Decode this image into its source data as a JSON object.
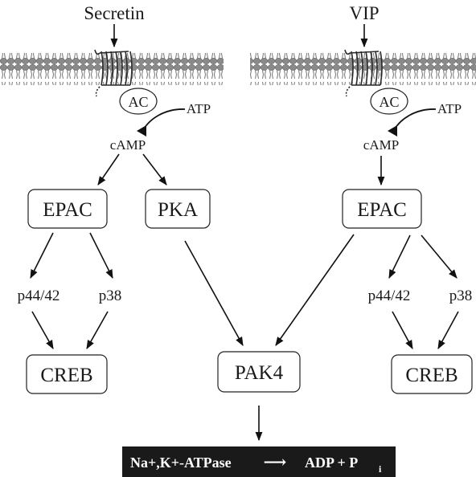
{
  "left_pathway": {
    "ligand": "Secretin",
    "enzyme": "AC",
    "substrate": "ATP",
    "messenger": "cAMP",
    "epac": "EPAC",
    "pka": "PKA",
    "mapk_a": "p44/42",
    "mapk_b": "p38",
    "creb": "CREB"
  },
  "right_pathway": {
    "ligand": "VIP",
    "enzyme": "AC",
    "substrate": "ATP",
    "messenger": "cAMP",
    "epac": "EPAC",
    "mapk_a": "p44/42",
    "mapk_b": "p38",
    "creb": "CREB"
  },
  "convergence": {
    "kinase": "PAK4"
  },
  "reaction_bar": {
    "enzyme": "Na+,K+-ATPase",
    "arrow": "⟶",
    "products": "ADP + P",
    "subscript": "i",
    "background": "#1a1a1a",
    "text_color": "#ffffff"
  },
  "colors": {
    "membrane_light": "#c8c8c8",
    "membrane_dark": "#6a6a6a",
    "stroke": "#111111"
  }
}
